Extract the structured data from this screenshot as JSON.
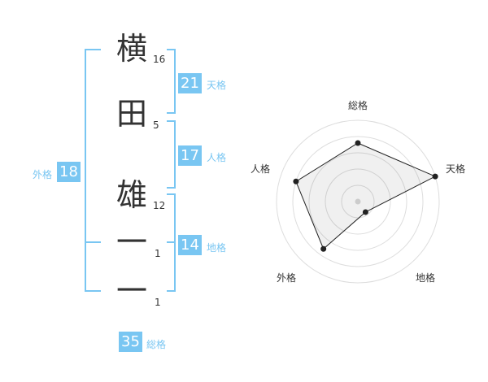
{
  "name": {
    "chars": [
      {
        "char": "横",
        "strokes": "16"
      },
      {
        "char": "田",
        "strokes": "5"
      },
      {
        "char": "雄",
        "strokes": "12"
      },
      {
        "char": "一",
        "strokes": "1"
      },
      {
        "char": "一",
        "strokes": "1"
      }
    ]
  },
  "kakusu": {
    "tenkaku": {
      "value": "21",
      "label": "天格"
    },
    "jinkaku": {
      "value": "17",
      "label": "人格"
    },
    "chikaku": {
      "value": "14",
      "label": "地格"
    },
    "gaikaku": {
      "value": "18",
      "label": "外格"
    },
    "soukaku": {
      "value": "35",
      "label": "総格"
    }
  },
  "colors": {
    "accent": "#79c6f2",
    "text": "#333333"
  },
  "radar": {
    "axes": [
      "総格",
      "天格",
      "地格",
      "外格",
      "人格"
    ],
    "values": [
      0.72,
      1.0,
      0.16,
      0.72,
      0.8
    ],
    "levels": 5
  }
}
